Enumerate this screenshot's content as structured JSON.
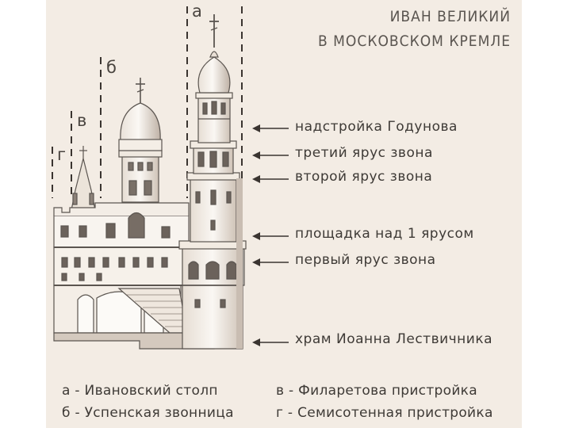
{
  "title": {
    "line1": "ИВАН ВЕЛИКИЙ",
    "line2": "В МОСКОВСКОМ КРЕМЛЕ"
  },
  "section_letters": {
    "a": "а",
    "b": "б",
    "v": "в",
    "g": "г"
  },
  "callouts": [
    "надстройка Годунова",
    "третий ярус звона",
    "второй ярус звона",
    "площадка над 1 ярусом",
    "первый ярус звона",
    "храм Иоанна Лествичника"
  ],
  "legend": [
    "а - Ивановский столп",
    "б - Успенская звонница",
    "в - Филаретова пристройка",
    "г - Семисотенная пристройка"
  ],
  "colors": {
    "background": "#f3ece4",
    "stone": "#f7f3ee",
    "outline": "#5b5550",
    "shadow": "#c9bdb2",
    "dark": "#3a3430"
  }
}
